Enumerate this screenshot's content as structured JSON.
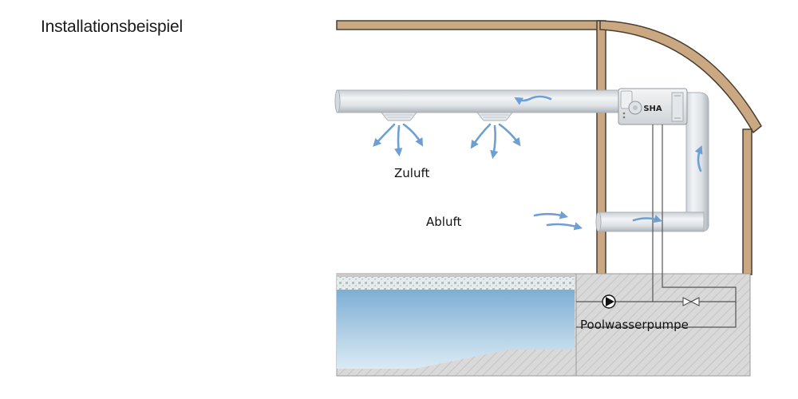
{
  "page": {
    "title": "Installationsbeispiel"
  },
  "diagram": {
    "unit_label": "SHA",
    "labels": {
      "supply_air": "Zuluft",
      "exhaust_air": "Abluft",
      "pool_pump": "Poolwasserpumpe"
    }
  },
  "colors": {
    "structure_wood": "#c9a882",
    "structure_outline": "#4a3d30",
    "duct_light": "#e9ecef",
    "duct_dark": "#b9c0c6",
    "airflow_arrow": "#6e9fd2",
    "water_top": "#7fb0d6",
    "water_bottom": "#d6e7f3",
    "concrete": "#d8d8d8",
    "pipe": "#555555"
  }
}
